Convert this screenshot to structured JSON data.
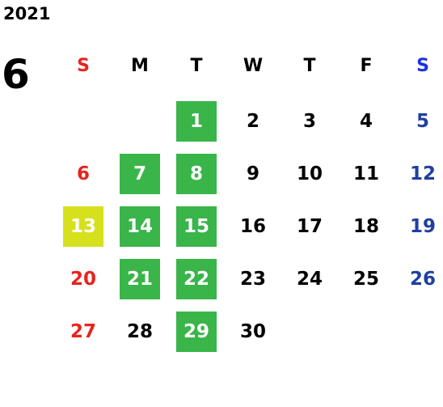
{
  "calendar": {
    "year": "2021",
    "month": "6",
    "weekdays": [
      "S",
      "M",
      "T",
      "W",
      "T",
      "F",
      "S"
    ],
    "colors": {
      "sunday": "#e8231e",
      "saturday_header": "#1a2fe0",
      "saturday": "#1f3fa0",
      "weekday": "#000000",
      "highlight_green": "#39b54a",
      "highlight_yellow": "#d6e01d",
      "highlight_text": "#ffffff"
    },
    "weeks": [
      [
        null,
        null,
        {
          "d": "1",
          "hl": "green"
        },
        {
          "d": "2"
        },
        {
          "d": "3"
        },
        {
          "d": "4"
        },
        {
          "d": "5"
        }
      ],
      [
        {
          "d": "6"
        },
        {
          "d": "7",
          "hl": "green"
        },
        {
          "d": "8",
          "hl": "green"
        },
        {
          "d": "9"
        },
        {
          "d": "10"
        },
        {
          "d": "11"
        },
        {
          "d": "12"
        }
      ],
      [
        {
          "d": "13",
          "hl": "yellow"
        },
        {
          "d": "14",
          "hl": "green"
        },
        {
          "d": "15",
          "hl": "green"
        },
        {
          "d": "16"
        },
        {
          "d": "17"
        },
        {
          "d": "18"
        },
        {
          "d": "19"
        }
      ],
      [
        {
          "d": "20"
        },
        {
          "d": "21",
          "hl": "green"
        },
        {
          "d": "22",
          "hl": "green"
        },
        {
          "d": "23"
        },
        {
          "d": "24"
        },
        {
          "d": "25"
        },
        {
          "d": "26"
        }
      ],
      [
        {
          "d": "27"
        },
        {
          "d": "28"
        },
        {
          "d": "29",
          "hl": "green"
        },
        {
          "d": "30"
        },
        null,
        null,
        null
      ]
    ]
  }
}
